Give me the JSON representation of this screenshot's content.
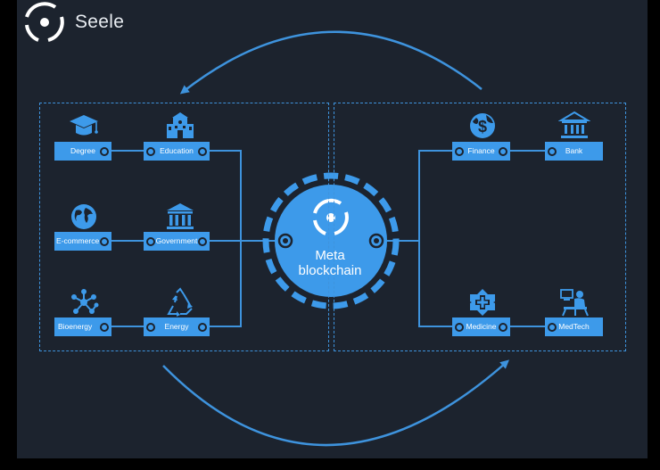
{
  "brand": {
    "name": "Seele"
  },
  "hub": {
    "line1": "Meta",
    "line2": "blockchain"
  },
  "left_nodes": {
    "degree": "Degree",
    "education": "Education",
    "ecommerce": "E-commerce",
    "government": "Government",
    "bioenergy": "Bioenergy",
    "energy": "Energy"
  },
  "right_nodes": {
    "finance": "Finance",
    "bank": "Bank",
    "medicine": "Medicine",
    "medtech": "MedTech"
  },
  "colors": {
    "background": "#1c232e",
    "accent": "#3d9aea",
    "line": "#3e93dd",
    "text": "#ffffff"
  },
  "icons": [
    "graduation-cap-icon",
    "school-building-icon",
    "globe-icon",
    "government-building-icon",
    "molecule-icon",
    "recycle-icon",
    "dollar-globe-icon",
    "bank-icon",
    "medical-cross-icon",
    "medtech-icon"
  ]
}
